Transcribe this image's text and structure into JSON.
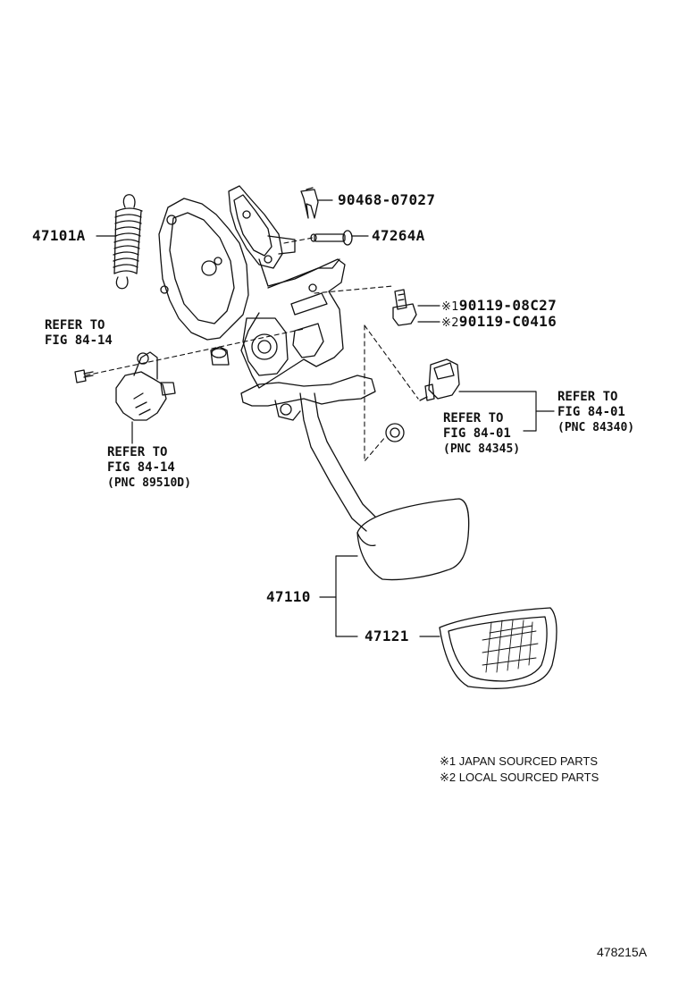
{
  "parts": {
    "p90468": "90468-07027",
    "p47101A": "47101A",
    "p47264A": "47264A",
    "p90119_1": "90119-08C27",
    "p90119_2": "90119-C0416",
    "p47110": "47110",
    "p47121": "47121"
  },
  "marks": {
    "m1": "※1",
    "m2": "※2"
  },
  "refs": {
    "left_top": {
      "line1": "REFER TO",
      "line2": "FIG 84-14"
    },
    "left_bottom": {
      "line1": "REFER TO",
      "line2": "FIG 84-14",
      "pnc": "(PNC 89510D)"
    },
    "mid": {
      "line1": "REFER TO",
      "line2": "FIG 84-01",
      "pnc": "(PNC 84345)"
    },
    "right": {
      "line1": "REFER TO",
      "line2": "FIG 84-01",
      "pnc": "(PNC 84340)"
    }
  },
  "legend": {
    "note1": "※1 JAPAN SOURCED PARTS",
    "note2": "※2 LOCAL SOURCED PARTS"
  },
  "drawing_code": "478215A"
}
